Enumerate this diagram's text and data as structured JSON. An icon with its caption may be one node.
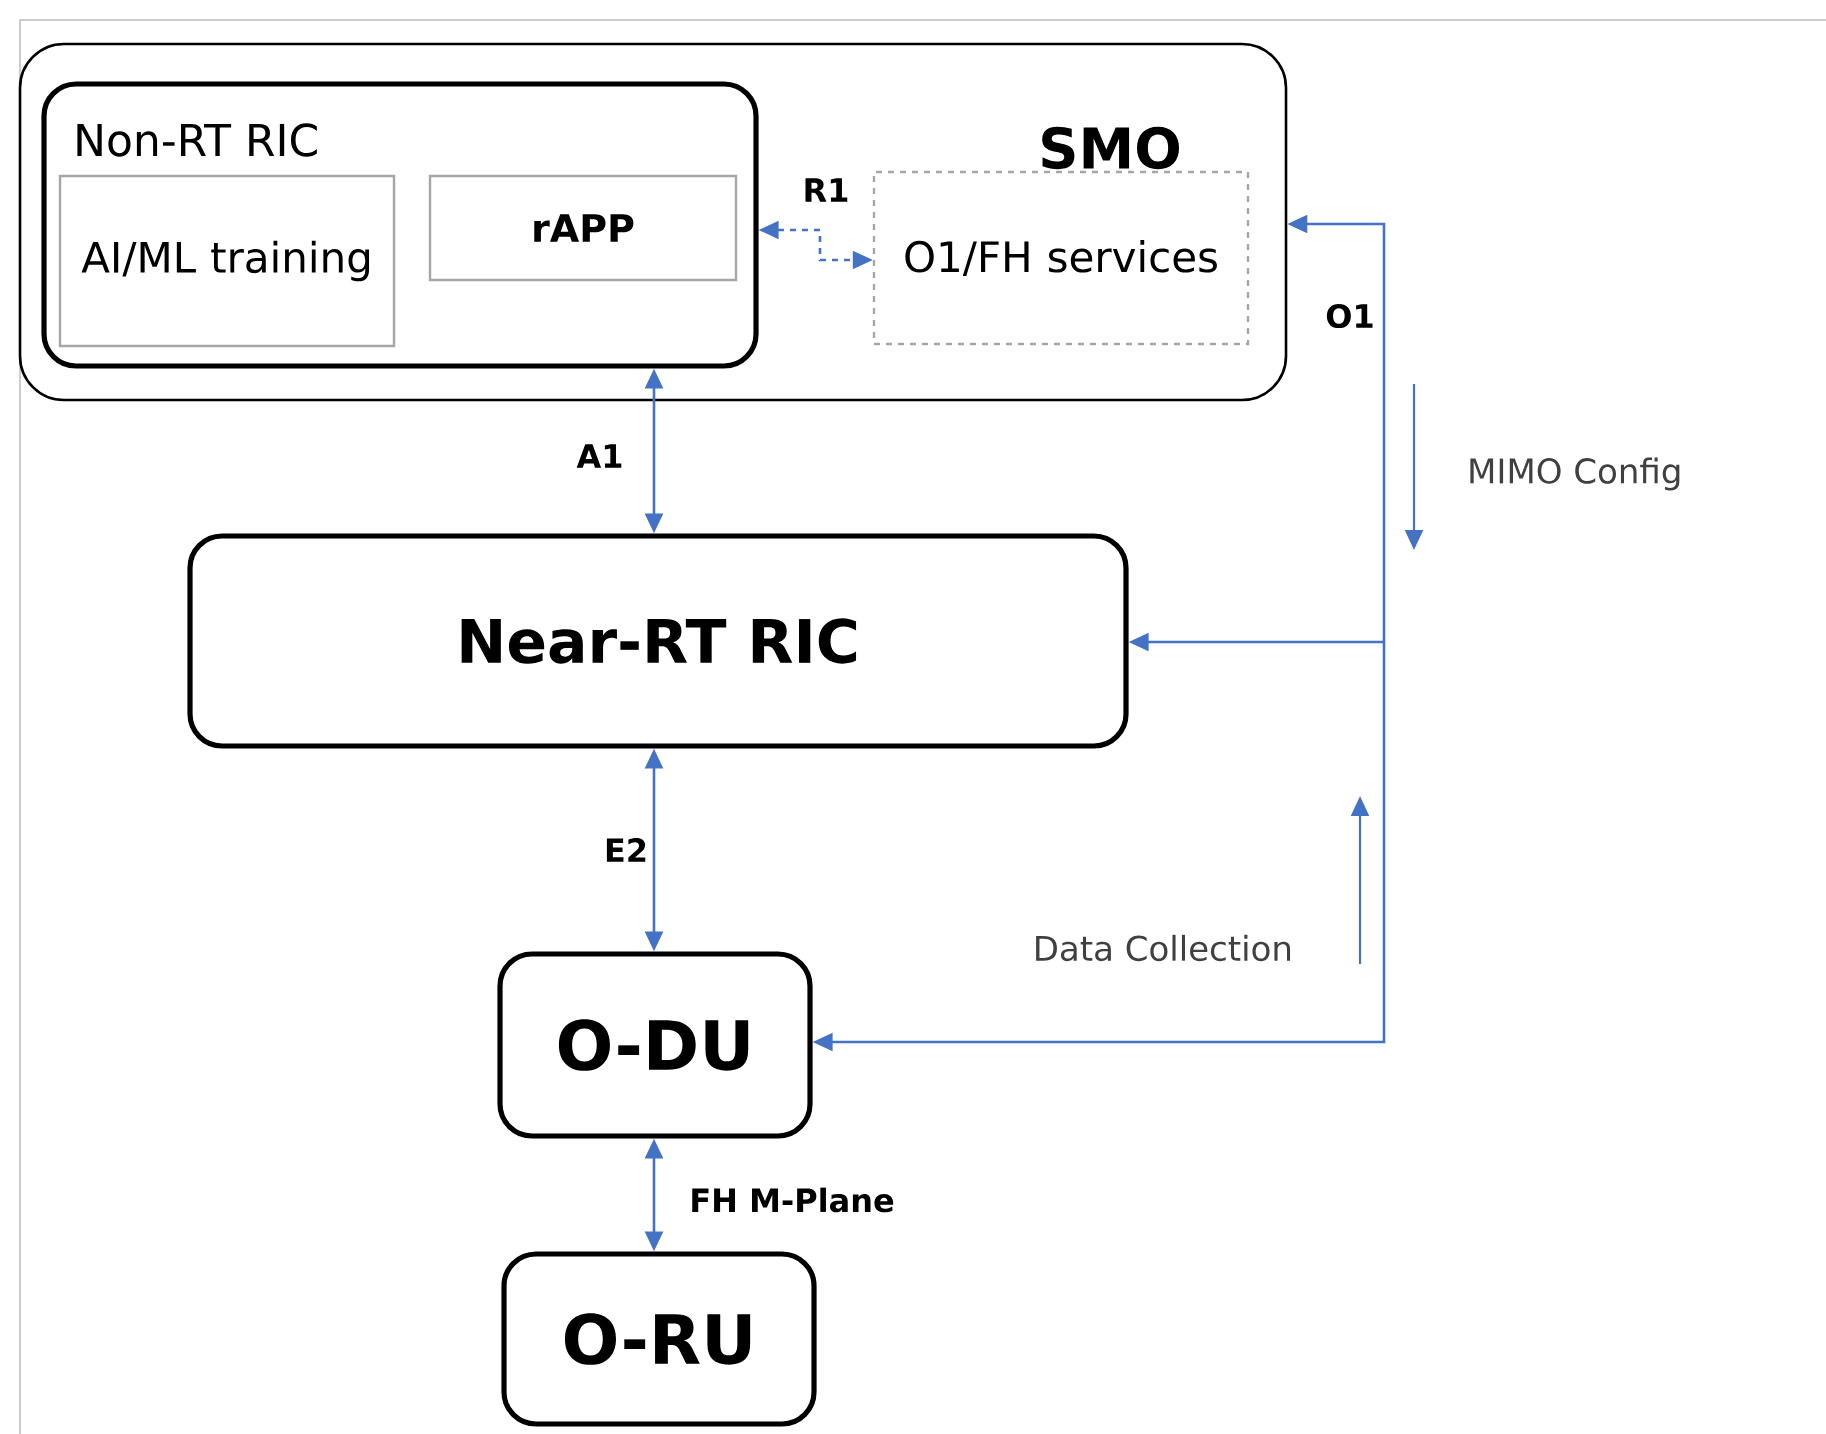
{
  "diagram": {
    "nodes": [
      {
        "text": [
          "SMO"
        ]
      },
      {
        "text": [
          "Non-RT RIC"
        ],
        "in": 0
      },
      {
        "text": [
          "AI/ML training"
        ],
        "in": 1
      },
      {
        "text": [
          "rAPP"
        ],
        "in": 1
      },
      {
        "text": [
          "O1/FH services"
        ],
        "in": 0
      },
      {
        "text": [
          "Near-RT RIC"
        ]
      },
      {
        "text": [
          "O-DU"
        ]
      },
      {
        "text": [
          "O-RU"
        ]
      }
    ],
    "edges": [
      {
        "from": 1,
        "to": 4,
        "arrow": "both",
        "label": "R1",
        "style": "dashed"
      },
      {
        "from": 1,
        "to": 5,
        "arrow": "both",
        "label": "A1"
      },
      {
        "from": 5,
        "to": 6,
        "arrow": "both",
        "label": "E2"
      },
      {
        "from": 6,
        "to": 7,
        "arrow": "both",
        "label": "FH M-Plane"
      },
      {
        "from": null,
        "to": 0,
        "arrow": "to",
        "label": "O1"
      },
      {
        "from": null,
        "to": 5,
        "arrow": "to"
      },
      {
        "from": null,
        "to": 6,
        "arrow": "to"
      }
    ],
    "labels": [
      "MIMO Config",
      "Data Collection"
    ]
  }
}
